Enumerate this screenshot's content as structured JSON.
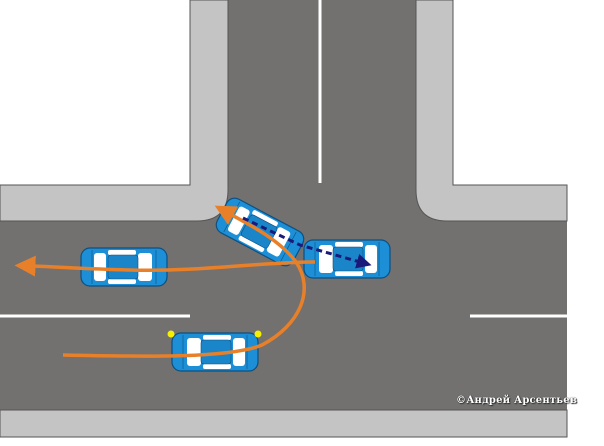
{
  "diagram": {
    "title": "U-turn at T-intersection",
    "copyright": "©Андрей Арсентьев",
    "colors": {
      "road": "#727170",
      "sidewalk": "#c4c4c4",
      "car_body": "#1c8fd6",
      "trajectory": "#e8802a",
      "reverse_arrow": "#1a1a7a",
      "hazard_light": "#f5f000"
    },
    "cars": [
      "car-left",
      "car-turning",
      "car-reversing",
      "car-start"
    ]
  }
}
